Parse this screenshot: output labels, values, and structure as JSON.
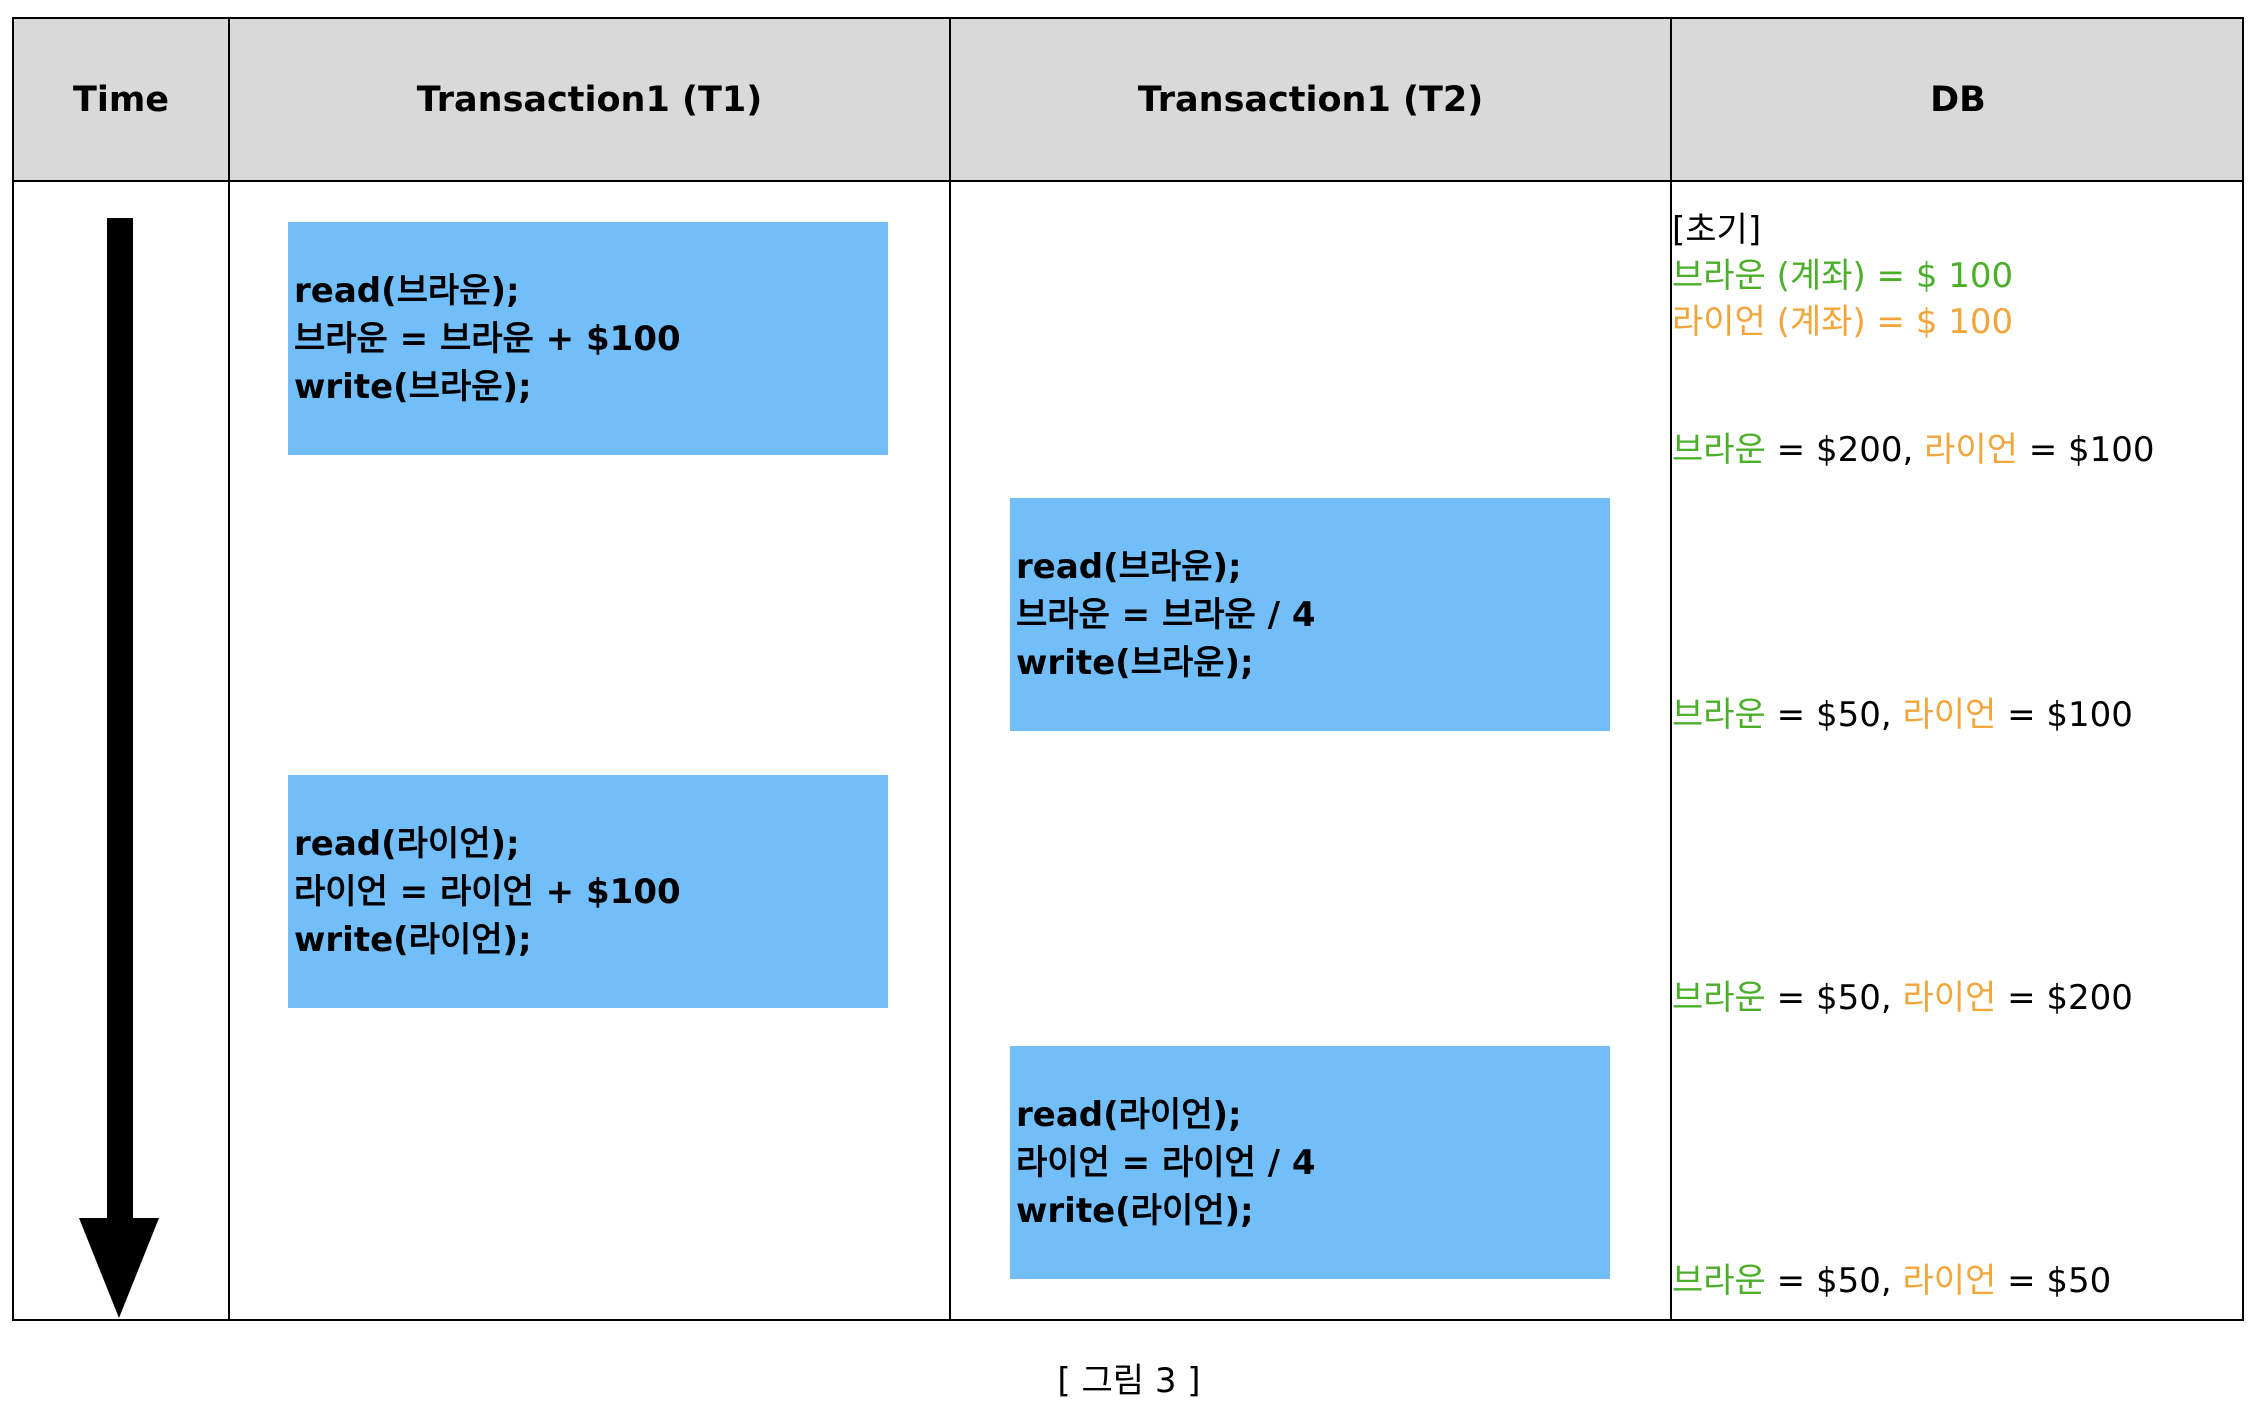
{
  "header": {
    "time": "Time",
    "t1": "Transaction1 (T1)",
    "t2": "Transaction1 (T2)",
    "db": "DB"
  },
  "t1_blocks": [
    [
      "read(브라운);",
      "브라운 = 브라운 + $100",
      "write(브라운);"
    ],
    [
      "read(라이언);",
      "라이언 = 라이언 + $100",
      "write(라이언);"
    ]
  ],
  "t2_blocks": [
    [
      "read(브라운);",
      "브라운 = 브라운 / 4",
      "write(브라운);"
    ],
    [
      "read(라이언);",
      "라이언 = 라이언 / 4",
      "write(라이언);"
    ]
  ],
  "db": {
    "initial_label": "[초기]",
    "initial_brown": "브라운 (계좌) = $ 100",
    "initial_ryan": "라이언 (계좌) = $ 100",
    "states": [
      {
        "brown_name": "브라운",
        "brown_value": " = $200, ",
        "ryan_name": "라이언",
        "ryan_value": " = $100"
      },
      {
        "brown_name": "브라운",
        "brown_value": " = $50, ",
        "ryan_name": "라이언",
        "ryan_value": " = $100"
      },
      {
        "brown_name": "브라운",
        "brown_value": " = $50, ",
        "ryan_name": "라이언",
        "ryan_value": " = $200"
      },
      {
        "brown_name": "브라운",
        "brown_value": " = $50, ",
        "ryan_name": "라이언",
        "ryan_value": " = $50"
      }
    ]
  },
  "caption": "[ 그림 3 ]",
  "colors": {
    "block_fill": "#71bef9",
    "header_fill": "#d9d9d9",
    "brown_text": "#4caf2a",
    "ryan_text": "#f2a53a"
  }
}
